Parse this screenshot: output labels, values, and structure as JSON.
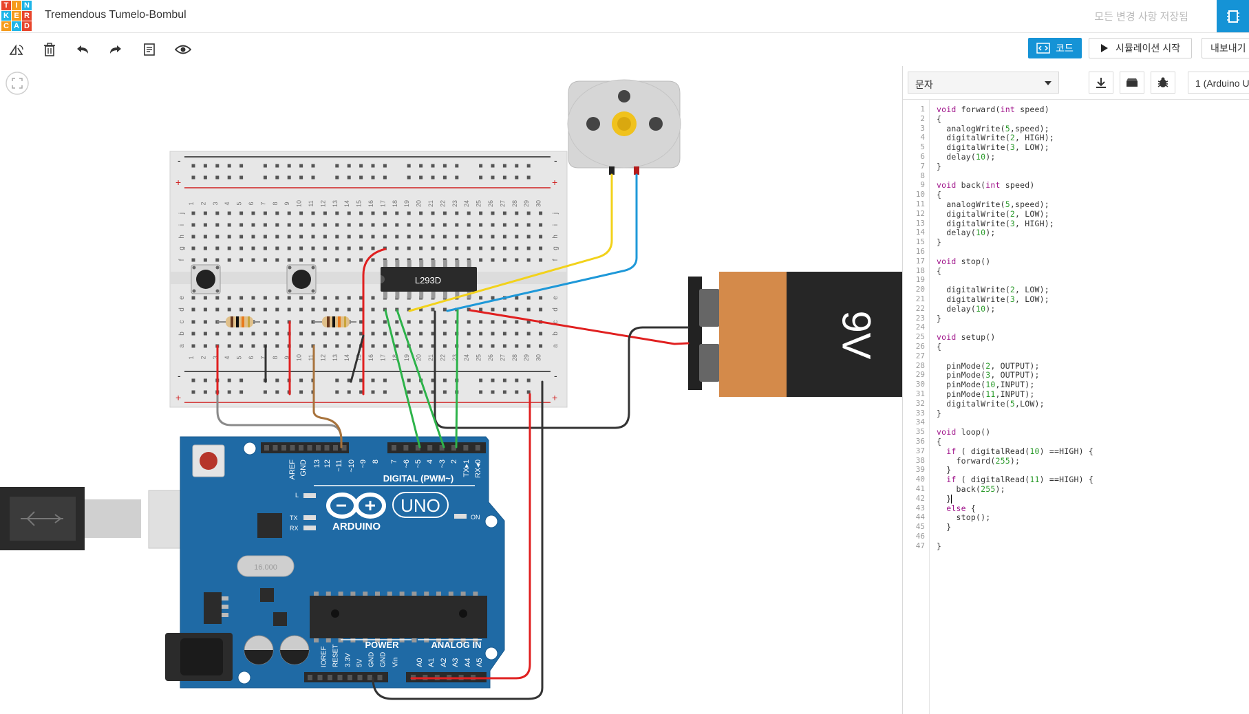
{
  "app": {
    "logo_letters": [
      "T",
      "I",
      "N",
      "K",
      "E",
      "R",
      "C",
      "A",
      "D"
    ],
    "title": "Tremendous Tumelo-Bombul",
    "saved_status": "모든 변경 사항 저장됨"
  },
  "toolbar": {
    "code_label": "코드",
    "simulate_label": "시뮬레이션 시작",
    "export_label": "내보내기"
  },
  "panel": {
    "mode_value": "문자",
    "device_value": "1 (Arduino U"
  },
  "circuit": {
    "ic_label": "L293D",
    "battery_label": "9V",
    "board_brand": "ARDUINO",
    "board_model": "UNO",
    "digital_header": "DIGITAL (PWM~)",
    "power_header": "POWER",
    "analog_header": "ANALOG IN",
    "digital_pins": [
      "AREF",
      "GND",
      "13",
      "12",
      "~11",
      "~10",
      "~9",
      "8",
      "7",
      "~6",
      "~5",
      "4",
      "~3",
      "2",
      "TX▸1",
      "RX◂0"
    ],
    "power_pins": [
      "IOREF",
      "RESET",
      "3.3V",
      "5V",
      "GND",
      "GND",
      "Vin"
    ],
    "analog_pins": [
      "A0",
      "A1",
      "A2",
      "A3",
      "A4",
      "A5"
    ],
    "led_l": "L",
    "led_tx": "TX",
    "led_rx": "RX",
    "led_on": "ON",
    "crystal_label": "16.000",
    "breadboard_columns": [
      "1",
      "2",
      "3",
      "4",
      "5",
      "6",
      "7",
      "8",
      "9",
      "10",
      "11",
      "12",
      "13",
      "14",
      "15",
      "16",
      "17",
      "18",
      "19",
      "20",
      "21",
      "22",
      "23",
      "24",
      "25",
      "26",
      "27",
      "28",
      "29",
      "30"
    ],
    "breadboard_rows_top": [
      "j",
      "i",
      "h",
      "g",
      "f"
    ],
    "breadboard_rows_bottom": [
      "e",
      "d",
      "c",
      "b",
      "a"
    ],
    "rail_minus": "-",
    "rail_plus": "+"
  },
  "code": {
    "lines": [
      "void forward(int speed)",
      "{",
      "  analogWrite(5,speed);",
      "  digitalWrite(2, HIGH);",
      "  digitalWrite(3, LOW);",
      "  delay(10);",
      "}",
      "",
      "void back(int speed)",
      "{",
      "  analogWrite(5,speed);",
      "  digitalWrite(2, LOW);",
      "  digitalWrite(3, HIGH);",
      "  delay(10);",
      "}",
      "",
      "void stop()",
      "{",
      "",
      "  digitalWrite(2, LOW);",
      "  digitalWrite(3, LOW);",
      "  delay(10);",
      "}",
      "",
      "void setup()",
      "{",
      "",
      "  pinMode(2, OUTPUT);",
      "  pinMode(3, OUTPUT);",
      "  pinMode(10,INPUT);",
      "  pinMode(11,INPUT);",
      "  digitalWrite(5,LOW);",
      "}",
      "",
      "void loop()",
      "{",
      "  if ( digitalRead(10) ==HIGH) {",
      "    forward(255);",
      "  }",
      "  if ( digitalRead(11) ==HIGH) {",
      "    back(255);",
      "  }",
      "  else {",
      "    stop();",
      "  }",
      "",
      "}"
    ]
  },
  "colors": {
    "accent": "#1593d6",
    "arduino_board": "#1f6aa5",
    "breadboard": "#e8e8e8",
    "wire_red": "#e02020",
    "wire_black": "#333333",
    "wire_yellow": "#f2d21b",
    "wire_blue": "#1e98d8",
    "wire_green": "#2db34a",
    "wire_gray": "#8a8a8a",
    "wire_brown": "#a8733c",
    "battery_copper": "#d48a4a",
    "keyword": "#a0158b",
    "number": "#2a9a2a"
  }
}
